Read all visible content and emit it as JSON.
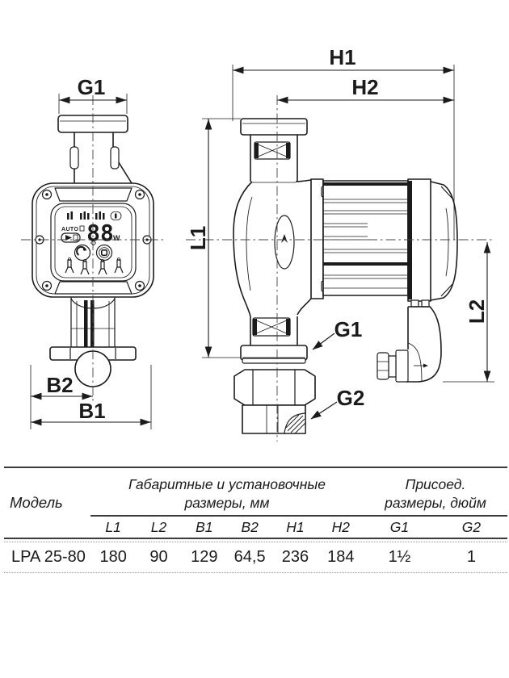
{
  "colors": {
    "line": "#1b1b1b",
    "table_rule": "#3b3b3b",
    "dotted_rule": "#999999"
  },
  "drawing": {
    "front_view": {
      "dim_g1": "G1",
      "dim_b2": "B2",
      "dim_b1": "B1",
      "panel": {
        "auto_label": "AUTO",
        "display_value": "88",
        "display_unit": "W"
      }
    },
    "side_view": {
      "dim_h1": "H1",
      "dim_h2": "H2",
      "dim_l1": "L1",
      "dim_l2": "L2",
      "callout_g1": "G1",
      "callout_g2": "G2"
    }
  },
  "table": {
    "model_header": "Модель",
    "group_mm_line1": "Габаритные и установочные",
    "group_mm_line2": "размеры, мм",
    "group_inch_line1": "Присоед.",
    "group_inch_line2": "размеры, дюйм",
    "columns": [
      "L1",
      "L2",
      "B1",
      "B2",
      "H1",
      "H2",
      "G1",
      "G2"
    ],
    "rows": [
      {
        "model": "LPA 25-80",
        "values": [
          "180",
          "90",
          "129",
          "64,5",
          "236",
          "184",
          "1½",
          "1"
        ]
      }
    ]
  }
}
